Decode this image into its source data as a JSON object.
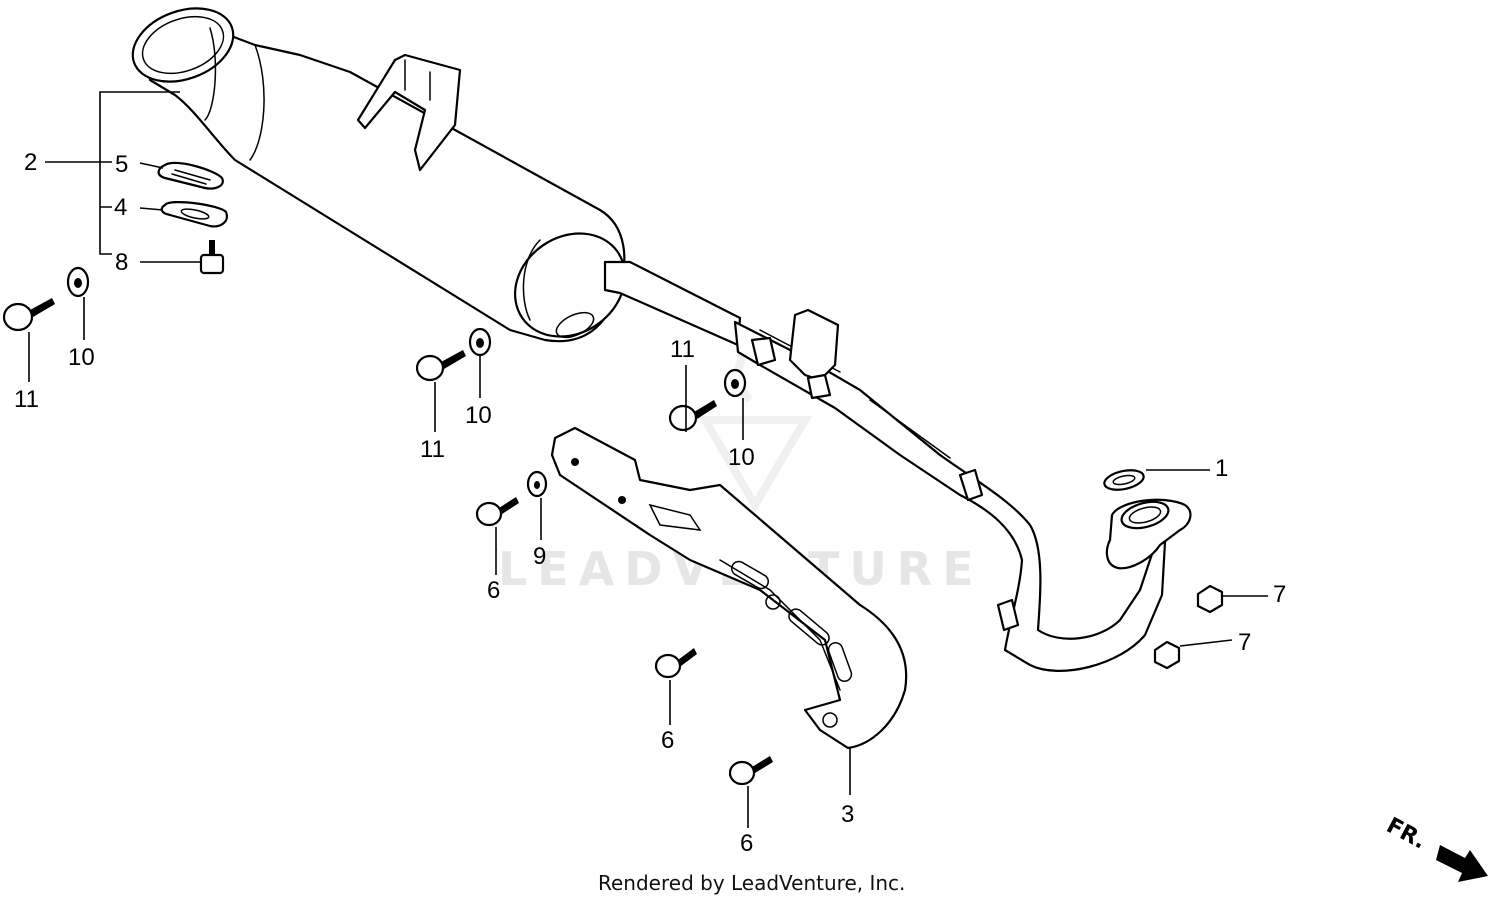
{
  "watermark": "LEADVENTURE",
  "credit": "Rendered by LeadVenture, Inc.",
  "direction_indicator": "FR.",
  "callouts": {
    "c1": "1",
    "c2": "2",
    "c3": "3",
    "c4": "4",
    "c5": "5",
    "c6a": "6",
    "c6b": "6",
    "c6c": "6",
    "c7a": "7",
    "c7b": "7",
    "c8": "8",
    "c9": "9",
    "c10a": "10",
    "c10b": "10",
    "c10c": "10",
    "c11a": "11",
    "c11b": "11",
    "c11c": "11"
  },
  "colors": {
    "line": "#000000",
    "watermark": "#e6e6e6"
  }
}
